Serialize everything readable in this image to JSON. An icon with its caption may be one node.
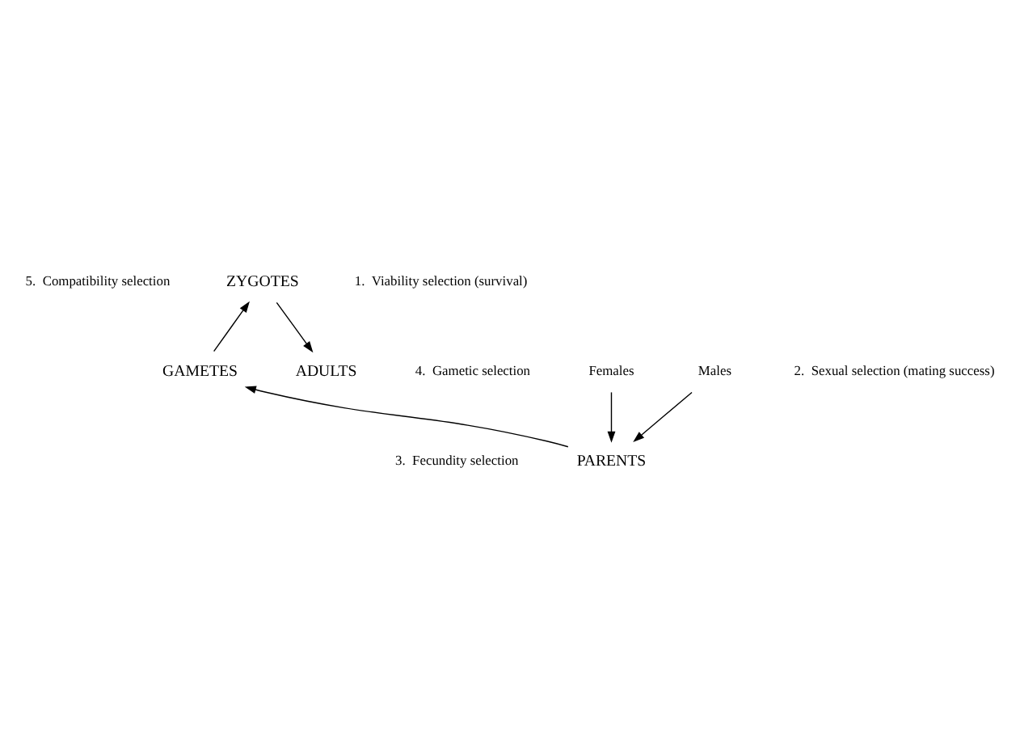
{
  "diagram": {
    "nodes": [
      {
        "text": [
          "ZYGOTES"
        ]
      },
      {
        "text": [
          "GAMETES"
        ]
      },
      {
        "text": [
          "ADULTS"
        ]
      },
      {
        "text": [
          "Females"
        ]
      },
      {
        "text": [
          "Males"
        ]
      },
      {
        "text": [
          "PARENTS"
        ]
      }
    ],
    "edges": [
      {
        "from": 0,
        "to": 2,
        "arrow": "to"
      },
      {
        "from": 3,
        "to": 5,
        "arrow": "to"
      },
      {
        "from": 4,
        "to": 5,
        "arrow": "to"
      },
      {
        "from": 5,
        "to": 1,
        "arrow": "to"
      },
      {
        "from": 1,
        "to": 0,
        "arrow": "to"
      }
    ],
    "labels": [
      "1.  Viability selection (survival)",
      "5.  Compatibility selection",
      "4.  Gametic selection",
      "2.  Sexual selection (mating success)",
      "3.  Fecundity selection"
    ]
  }
}
